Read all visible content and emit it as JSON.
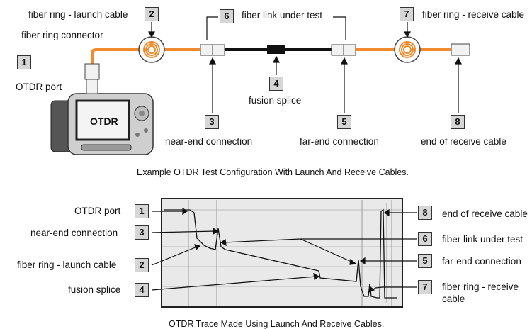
{
  "top": {
    "launch_cable": "fiber ring - launch cable",
    "ring_connector": "fiber ring connector",
    "otdr_port": "OTDR port",
    "device_screen": "OTDR",
    "link_under_test": "fiber link under test",
    "receive_cable": "fiber ring - receive cable",
    "fusion_splice": "fusion splice",
    "near_end": "near-end connection",
    "far_end": "far-end connection",
    "end_receive": "end of receive cable",
    "caption": "Example OTDR Test Configuration With Launch And Receive Cables."
  },
  "bottom": {
    "otdr_port": "OTDR port",
    "near_end": "near-end connection",
    "launch_cable": "fiber ring - launch cable",
    "fusion_splice": "fusion splice",
    "end_receive": "end of receive cable",
    "link_under_test": "fiber link under test",
    "far_end": "far-end connection",
    "receive_cable_1": "fiber ring - receive",
    "receive_cable_2": "cable",
    "caption": "OTDR Trace Made Using Launch And Receive Cables."
  },
  "callouts": {
    "n1": "1",
    "n2": "2",
    "n3": "3",
    "n4": "4",
    "n5": "5",
    "n6": "6",
    "n7": "7",
    "n8": "8"
  },
  "colors": {
    "fiber": "#f08a2c",
    "box": "#d6d6d6",
    "trace_bg": "#e9e9e9"
  }
}
